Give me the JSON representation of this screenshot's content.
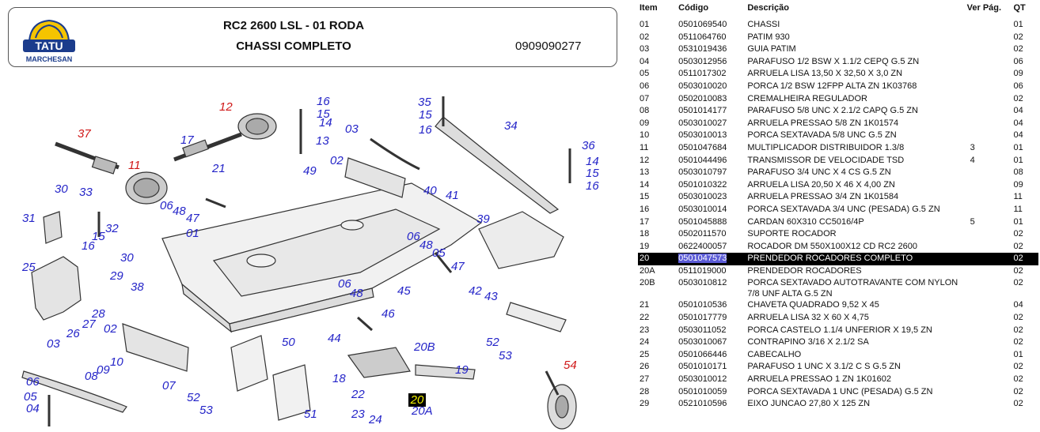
{
  "header": {
    "logo_top": "TATU",
    "logo_bottom": "MARCHESAN",
    "model": "RC2 2600 LSL - 01 RODA",
    "subtitle": "CHASSI COMPLETO",
    "code": "0909090277"
  },
  "colors": {
    "callout_blue": "#2424c8",
    "callout_red": "#d01818",
    "logo_blue": "#1b3c8c",
    "logo_yellow": "#f5c400",
    "highlight_bg": "#000000",
    "highlight_text": "#f4f400",
    "selected_code_bg": "#5b5bd6"
  },
  "diagram": {
    "callouts": [
      "37",
      "11",
      "17",
      "12",
      "16",
      "15",
      "14",
      "13",
      "21",
      "49",
      "03",
      "02",
      "35",
      "15",
      "16",
      "34",
      "36",
      "14",
      "15",
      "16",
      "30",
      "33",
      "31",
      "32",
      "15",
      "16",
      "06",
      "48",
      "47",
      "01",
      "40",
      "41",
      "39",
      "25",
      "30",
      "29",
      "06",
      "48",
      "05",
      "47",
      "38",
      "42",
      "43",
      "45",
      "06",
      "48",
      "46",
      "27",
      "28",
      "26",
      "02",
      "03",
      "08",
      "09",
      "10",
      "07",
      "44",
      "50",
      "52",
      "53",
      "20B",
      "18",
      "22",
      "23",
      "24",
      "20",
      "20A",
      "19",
      "54",
      "06",
      "05",
      "04",
      "52",
      "53",
      "51"
    ],
    "red_callouts": [
      "37",
      "11",
      "12",
      "54"
    ],
    "highlighted_callout": "20"
  },
  "parts_table": {
    "columns": [
      "Item",
      "Código",
      "Descrição",
      "Ver Pág.",
      "QT"
    ],
    "selected_item": "20",
    "rows": [
      {
        "item": "01",
        "code": "0501069540",
        "desc": "CHASSI",
        "page": "",
        "qt": "01"
      },
      {
        "item": "02",
        "code": "0511064760",
        "desc": "PATIM 930",
        "page": "",
        "qt": "02"
      },
      {
        "item": "03",
        "code": "0531019436",
        "desc": "GUIA PATIM",
        "page": "",
        "qt": "02"
      },
      {
        "item": "04",
        "code": "0503012956",
        "desc": "PARAFUSO 1/2 BSW X 1.1/2 CEPQ G.5 ZN",
        "page": "",
        "qt": "06"
      },
      {
        "item": "05",
        "code": "0511017302",
        "desc": "ARRUELA LISA 13,50 X 32,50 X 3,0 ZN",
        "page": "",
        "qt": "09"
      },
      {
        "item": "06",
        "code": "0503010020",
        "desc": "PORCA  1/2  BSW 12FPP ALTA  ZN      1K03768",
        "page": "",
        "qt": "06"
      },
      {
        "item": "07",
        "code": "0502010083",
        "desc": "CREMALHEIRA REGULADOR",
        "page": "",
        "qt": "02"
      },
      {
        "item": "08",
        "code": "0501014177",
        "desc": "PARAFUSO 5/8 UNC X 2.1/2 CAPQ G.5 ZN",
        "page": "",
        "qt": "04"
      },
      {
        "item": "09",
        "code": "0503010027",
        "desc": "ARRUELA PRESSAO 5/8 ZN 1K01574",
        "page": "",
        "qt": "04"
      },
      {
        "item": "10",
        "code": "0503010013",
        "desc": "PORCA SEXTAVADA 5/8 UNC G.5 ZN",
        "page": "",
        "qt": "04"
      },
      {
        "item": "11",
        "code": "0501047684",
        "desc": "MULTIPLICADOR DISTRIBUIDOR 1.3/8",
        "page": "3",
        "qt": "01"
      },
      {
        "item": "12",
        "code": "0501044496",
        "desc": "TRANSMISSOR DE VELOCIDADE TSD",
        "page": "4",
        "qt": "01"
      },
      {
        "item": "13",
        "code": "0503010797",
        "desc": "PARAFUSO 3/4 UNC X 4 CS G.5 ZN",
        "page": "",
        "qt": "08"
      },
      {
        "item": "14",
        "code": "0501010322",
        "desc": "ARRUELA LISA 20,50 X 46 X 4,00   ZN",
        "page": "",
        "qt": "09"
      },
      {
        "item": "15",
        "code": "0503010023",
        "desc": "ARRUELA PRESSAO 3/4 ZN 1K01584",
        "page": "",
        "qt": "11"
      },
      {
        "item": "16",
        "code": "0503010014",
        "desc": "PORCA SEXTAVADA 3/4 UNC (PESADA) G.5 ZN",
        "page": "",
        "qt": "11"
      },
      {
        "item": "17",
        "code": "0501045888",
        "desc": "CARDAN 60X310 CC5016/4P",
        "page": "5",
        "qt": "01"
      },
      {
        "item": "18",
        "code": "0502011570",
        "desc": "SUPORTE ROCADOR",
        "page": "",
        "qt": "02"
      },
      {
        "item": "19",
        "code": "0622400057",
        "desc": "ROCADOR DM 550X100X12 CD RC2 2600",
        "page": "",
        "qt": "02"
      },
      {
        "item": "20",
        "code": "0501047573",
        "desc": "PRENDEDOR ROCADORES COMPLETO",
        "page": "",
        "qt": "02"
      },
      {
        "item": "20A",
        "code": "0511019000",
        "desc": "PRENDEDOR ROCADORES",
        "page": "",
        "qt": "02"
      },
      {
        "item": "20B",
        "code": "0503010812",
        "desc": "PORCA  SEXTAVADO  AUTOTRAVANTE  COM  NYLON 7/8 UNF ALTA G.5 ZN",
        "page": "",
        "qt": "02"
      },
      {
        "item": "21",
        "code": "0501010536",
        "desc": "CHAVETA QUADRADO 9,52 X 45",
        "page": "",
        "qt": "04"
      },
      {
        "item": "22",
        "code": "0501017779",
        "desc": "ARRUELA LISA 32 X 60 X 4,75",
        "page": "",
        "qt": "02"
      },
      {
        "item": "23",
        "code": "0503011052",
        "desc": "PORCA CASTELO 1.1/4 UNFERIOR X 19,5 ZN",
        "page": "",
        "qt": "02"
      },
      {
        "item": "24",
        "code": "0503010067",
        "desc": "CONTRAPINO 3/16 X 2.1/2          SA",
        "page": "",
        "qt": "02"
      },
      {
        "item": "25",
        "code": "0501066446",
        "desc": "CABECALHO",
        "page": "",
        "qt": "01"
      },
      {
        "item": "26",
        "code": "0501010171",
        "desc": "PARAFUSO 1 UNC X 3.1/2 C S G.5 ZN",
        "page": "",
        "qt": "02"
      },
      {
        "item": "27",
        "code": "0503010012",
        "desc": "ARRUELA PRESSAO 1 ZN 1K01602",
        "page": "",
        "qt": "02"
      },
      {
        "item": "28",
        "code": "0501010059",
        "desc": "PORCA SEXTAVADA 1 UNC (PESADA) G.5 ZN",
        "page": "",
        "qt": "02"
      },
      {
        "item": "29",
        "code": "0521010596",
        "desc": "EIXO JUNCAO 27,80 X 125          ZN",
        "page": "",
        "qt": "02"
      }
    ]
  }
}
